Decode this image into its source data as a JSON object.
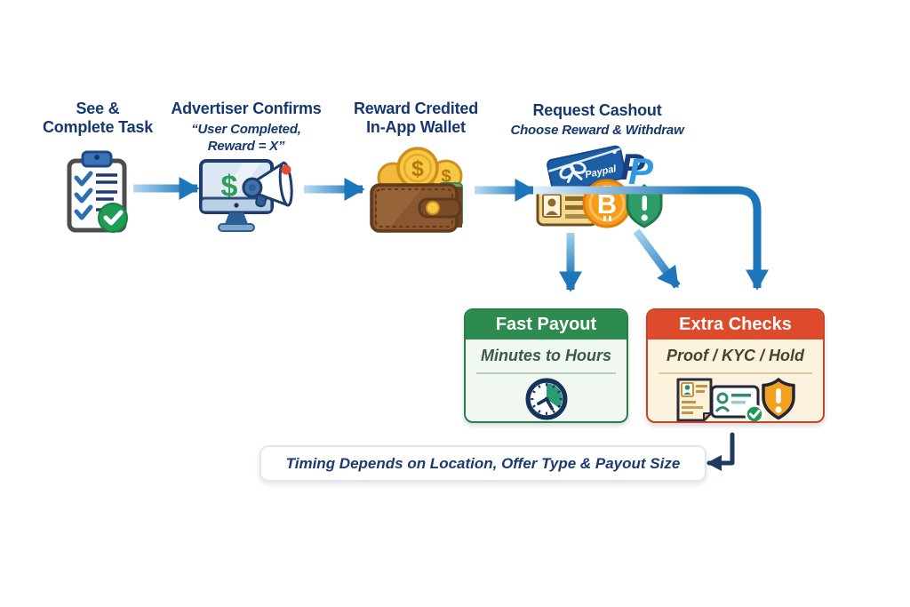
{
  "flow": {
    "steps": [
      {
        "line1": "See &",
        "line2": "Complete Task",
        "icon": "clipboard-checklist"
      },
      {
        "line1": "Advertiser Confirms",
        "sub1": "“User Completed,",
        "sub2": "Reward = X”",
        "icon": "monitor-megaphone"
      },
      {
        "line1": "Reward Credited",
        "line2": "In-App Wallet",
        "icon": "wallet-coins"
      },
      {
        "line1": "Request Cashout",
        "sub1": "Choose Reward & Withdraw",
        "icon": "cashout-options"
      }
    ]
  },
  "outcomes": {
    "fast": {
      "title": "Fast Payout",
      "subtitle": "Minutes to Hours",
      "icon": "clock",
      "header_color": "#2e8b50"
    },
    "checks": {
      "title": "Extra Checks",
      "subtitle": "Proof / KYC / Hold",
      "icon": "document-card-shield",
      "header_color": "#dd4b2c"
    }
  },
  "footer": {
    "note": "Timing Depends on Location, Offer Type & Payout Size"
  },
  "icons": {
    "dollar": "$",
    "paypal_p": "P",
    "bitcoin_b": "B",
    "giftcard_label": "Paypal"
  },
  "colors": {
    "arrow_blue": "#1d76ba",
    "navy_text": "#16386e",
    "green_header": "#2e8b50",
    "red_header": "#dd4b2c",
    "fast_body": "#f1f8f1",
    "checks_body": "#fbf3dd",
    "elbow_arrow": "#1e3a5f"
  }
}
